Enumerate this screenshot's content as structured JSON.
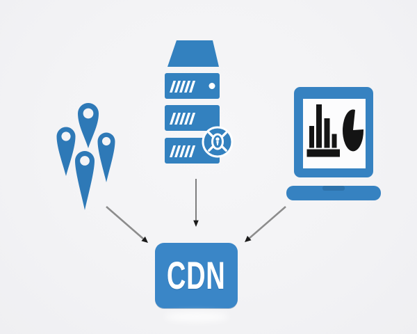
{
  "diagram": {
    "title": "CDN content delivery diagram",
    "background_color": "#f3f4f6",
    "cdn_box": {
      "label": "CDN",
      "fill": "#3a86c7",
      "text_color": "#ffffff"
    },
    "icons": [
      {
        "name": "map-pins",
        "description": "cluster of four location map pins",
        "color": "#2e79b7"
      },
      {
        "name": "server",
        "description": "three-unit server rack with trapezoid top and round gear badge",
        "color": "#3381bf",
        "badge_color": "#3381bf"
      },
      {
        "name": "laptop-analytics",
        "description": "laptop with bar chart and pie chart on screen",
        "color": "#3682c1",
        "chart_color": "#141414",
        "screen_color": "#fcfcfd"
      }
    ],
    "arrows": [
      {
        "name": "pins-to-cdn",
        "direction": "down-right"
      },
      {
        "name": "server-to-cdn",
        "direction": "down"
      },
      {
        "name": "laptop-to-cdn",
        "direction": "down-left"
      }
    ],
    "arrow_shaft_color": "#8c8c8c",
    "arrowhead_color": "#1a1a1a"
  }
}
